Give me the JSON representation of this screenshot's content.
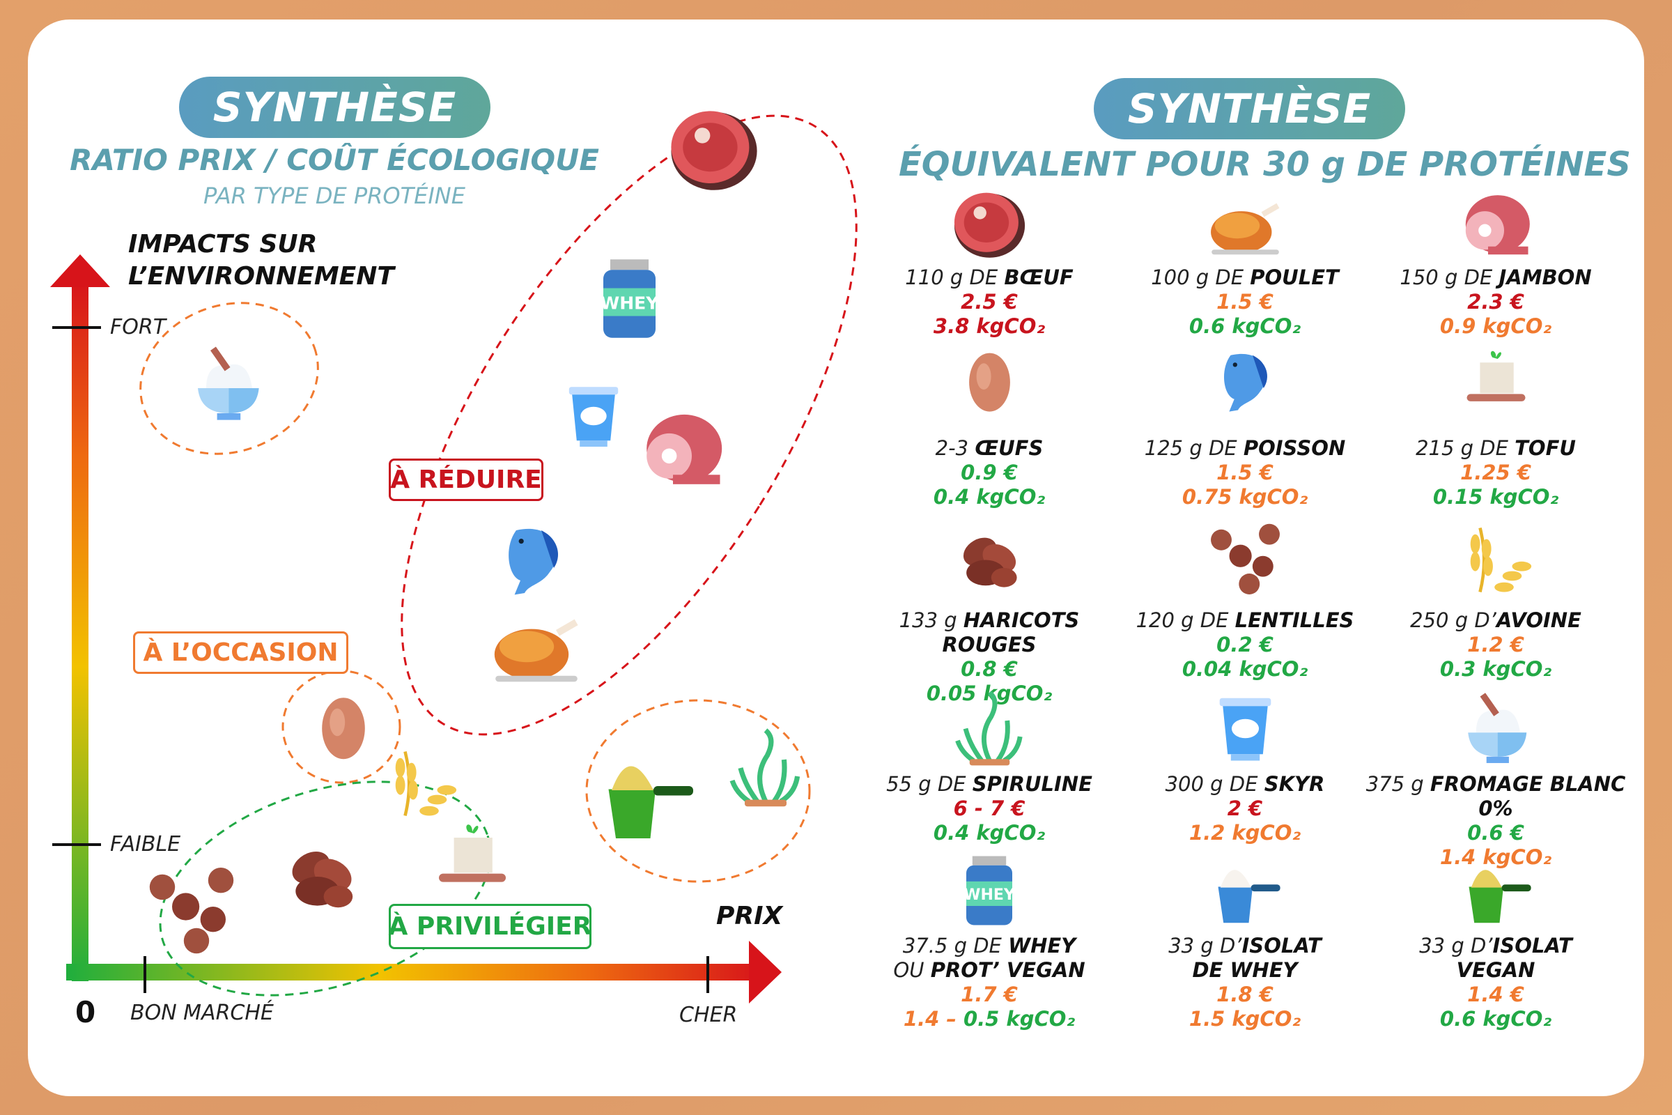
{
  "colors": {
    "red": "#c8141e",
    "orange": "#f07a30",
    "green": "#22a845",
    "teal": "#5b9fae"
  },
  "left": {
    "pill": "SYNTHÈSE",
    "title": "RATIO PRIX / COÛT ÉCOLOGIQUE",
    "subtitle": "PAR TYPE DE PROTÉINE",
    "y_axis_title_1": "IMPACTS SUR",
    "y_axis_title_2": "L’ENVIRONNEMENT",
    "y_high": "FORT",
    "y_low": "FAIBLE",
    "origin": "0",
    "x_axis_title": "PRIX",
    "x_low": "BON MARCHÉ",
    "x_high": "CHER",
    "groups": {
      "reduce": "À RÉDUIRE",
      "occasion": "À L’OCCASION",
      "favor": "À PRIVILÉGIER"
    },
    "whey_label": "WHEY"
  },
  "right": {
    "pill": "SYNTHÈSE",
    "title": "ÉQUIVALENT POUR 30 g DE PROTÉINES",
    "items": [
      {
        "icon": "steak",
        "lines": [
          [
            [
              "110 g DE ",
              0
            ],
            [
              "BŒUF",
              1
            ]
          ]
        ],
        "price": "2.5 €",
        "price_color": "red",
        "co2": [
          [
            "3.8 kgCO₂",
            "red"
          ]
        ]
      },
      {
        "icon": "chicken",
        "lines": [
          [
            [
              "100 g DE ",
              0
            ],
            [
              "POULET",
              1
            ]
          ]
        ],
        "price": "1.5 €",
        "price_color": "orange",
        "co2": [
          [
            "0.6 kgCO₂",
            "green"
          ]
        ]
      },
      {
        "icon": "ham",
        "lines": [
          [
            [
              "150 g DE ",
              0
            ],
            [
              "JAMBON",
              1
            ]
          ]
        ],
        "price": "2.3 €",
        "price_color": "red",
        "co2": [
          [
            "0.9 kgCO₂",
            "orange"
          ]
        ]
      },
      {
        "icon": "egg",
        "lines": [
          [
            [
              "2-3 ",
              0
            ],
            [
              "ŒUFS",
              1
            ]
          ]
        ],
        "price": "0.9 €",
        "price_color": "green",
        "co2": [
          [
            "0.4 kgCO₂",
            "green"
          ]
        ]
      },
      {
        "icon": "fish",
        "lines": [
          [
            [
              "125 g DE ",
              0
            ],
            [
              "POISSON",
              1
            ]
          ]
        ],
        "price": "1.5 €",
        "price_color": "orange",
        "co2": [
          [
            "0.75 kgCO₂",
            "orange"
          ]
        ]
      },
      {
        "icon": "tofu",
        "lines": [
          [
            [
              "215 g DE ",
              0
            ],
            [
              "TOFU",
              1
            ]
          ]
        ],
        "price": "1.25 €",
        "price_color": "orange",
        "co2": [
          [
            "0.15 kgCO₂",
            "green"
          ]
        ]
      },
      {
        "icon": "beans",
        "lines": [
          [
            [
              "133 g ",
              0
            ],
            [
              "HARICOTS ROUGES",
              1
            ]
          ]
        ],
        "price": "0.8 €",
        "price_color": "green",
        "co2": [
          [
            "0.05 kgCO₂",
            "green"
          ]
        ]
      },
      {
        "icon": "lentils",
        "lines": [
          [
            [
              "120 g DE ",
              0
            ],
            [
              "LENTILLES",
              1
            ]
          ]
        ],
        "price": "0.2 €",
        "price_color": "green",
        "co2": [
          [
            "0.04 kgCO₂",
            "green"
          ]
        ]
      },
      {
        "icon": "oat",
        "lines": [
          [
            [
              "250 g D’",
              0
            ],
            [
              "AVOINE",
              1
            ]
          ]
        ],
        "price": "1.2 €",
        "price_color": "orange",
        "co2": [
          [
            "0.3 kgCO₂",
            "green"
          ]
        ]
      },
      {
        "icon": "spirulina",
        "lines": [
          [
            [
              "55 g DE ",
              0
            ],
            [
              "SPIRULINE",
              1
            ]
          ]
        ],
        "price": "6 - 7 €",
        "price_color": "red",
        "co2": [
          [
            "0.4 kgCO₂",
            "green"
          ]
        ]
      },
      {
        "icon": "skyr",
        "lines": [
          [
            [
              "300 g DE ",
              0
            ],
            [
              "SKYR",
              1
            ]
          ]
        ],
        "price": "2 €",
        "price_color": "red",
        "co2": [
          [
            "1.2 kgCO₂",
            "orange"
          ]
        ]
      },
      {
        "icon": "fromage",
        "lines": [
          [
            [
              "375 g ",
              0
            ],
            [
              "FROMAGE BLANC 0%",
              1
            ]
          ]
        ],
        "price": "0.6 €",
        "price_color": "green",
        "co2": [
          [
            "1.4 kgCO₂",
            "orange"
          ]
        ]
      },
      {
        "icon": "whey",
        "lines": [
          [
            [
              "37.5 g DE ",
              0
            ],
            [
              "WHEY",
              1
            ]
          ],
          [
            [
              "OU ",
              0
            ],
            [
              "PROT’ VEGAN",
              1
            ]
          ]
        ],
        "price": "1.7 €",
        "price_color": "orange",
        "co2": [
          [
            "1.4 – ",
            "orange"
          ],
          [
            "0.5 kgCO₂",
            "green"
          ]
        ]
      },
      {
        "icon": "scoop-white",
        "lines": [
          [
            [
              "33 g D’",
              0
            ],
            [
              "ISOLAT",
              1
            ]
          ],
          [
            [
              "DE WHEY",
              1
            ]
          ]
        ],
        "price": "1.8 €",
        "price_color": "orange",
        "co2": [
          [
            "1.5 kgCO₂",
            "orange"
          ]
        ]
      },
      {
        "icon": "scoop-yellow",
        "lines": [
          [
            [
              "33 g D’",
              0
            ],
            [
              "ISOLAT",
              1
            ]
          ],
          [
            [
              "VEGAN",
              1
            ]
          ]
        ],
        "price": "1.4 €",
        "price_color": "orange",
        "co2": [
          [
            "0.6 kgCO₂",
            "green"
          ]
        ]
      }
    ]
  }
}
